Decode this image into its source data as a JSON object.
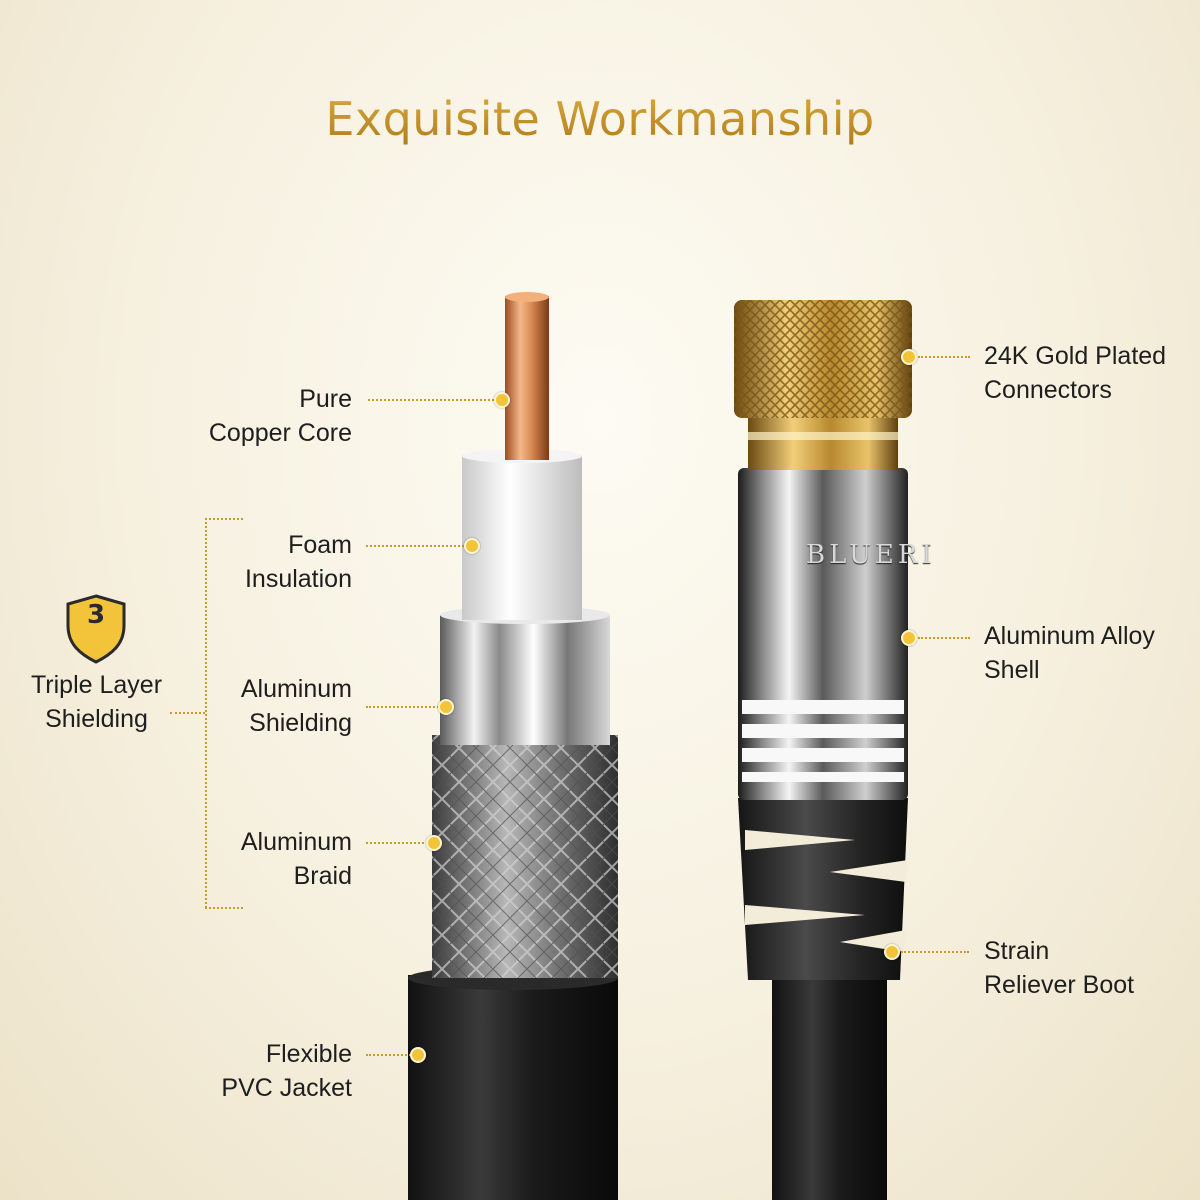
{
  "title": "Exquisite Workmanship",
  "badge": {
    "number": "3",
    "line1": "Triple Layer",
    "line2": "Shielding",
    "icon": "shield-icon"
  },
  "left_labels": {
    "copper": {
      "line1": "Pure",
      "line2": "Copper Core"
    },
    "foam": {
      "line1": "Foam",
      "line2": "Insulation"
    },
    "shielding": {
      "line1": "Aluminum",
      "line2": "Shielding"
    },
    "braid": {
      "line1": "Aluminum",
      "line2": "Braid"
    },
    "jacket": {
      "line1": "Flexible",
      "line2": "PVC Jacket"
    }
  },
  "right_labels": {
    "connector": {
      "line1": "24K Gold Plated",
      "line2": "Connectors"
    },
    "shell": {
      "line1": "Aluminum Alloy",
      "line2": "Shell"
    },
    "boot": {
      "line1": "Strain",
      "line2": "Reliever Boot"
    }
  },
  "brand_text": "BLUERI",
  "colors": {
    "accent": "#c99a2e",
    "dot": "#f3c43a",
    "title": "#c9962a"
  }
}
